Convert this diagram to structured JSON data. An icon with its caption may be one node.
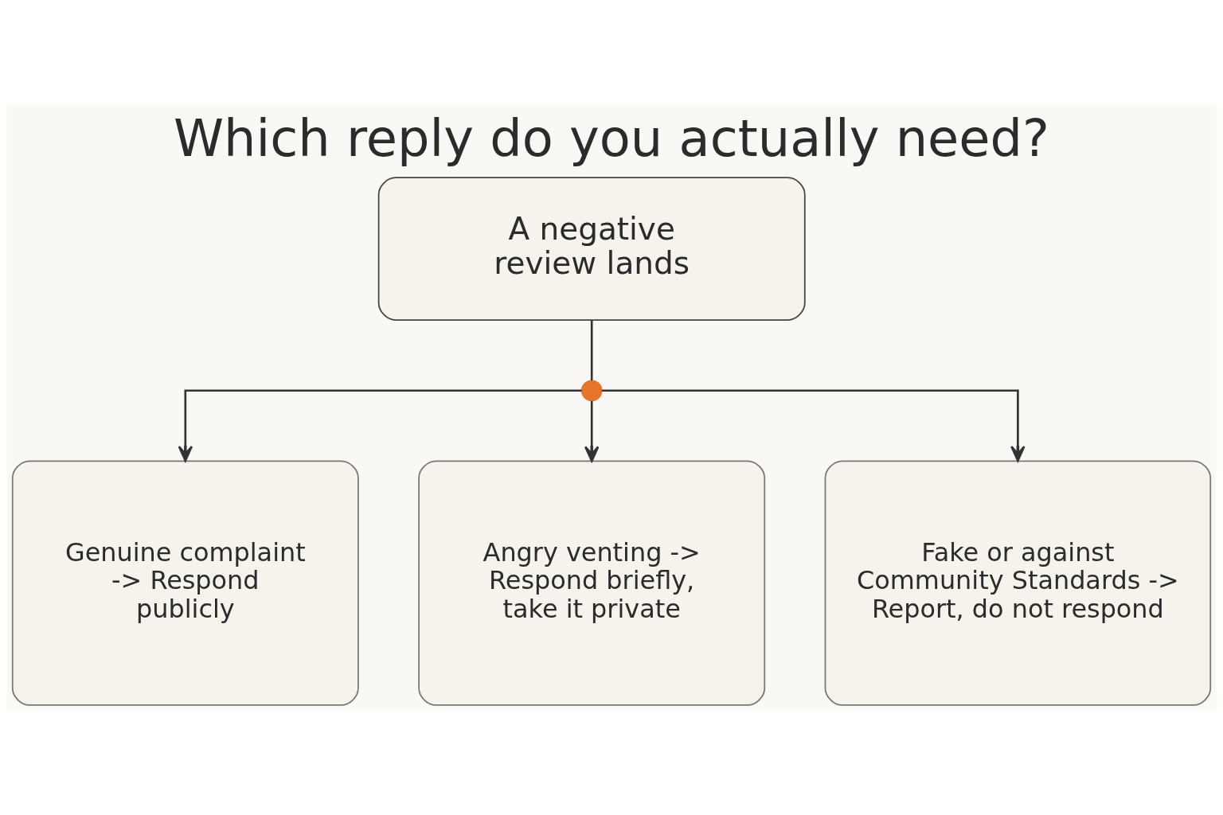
{
  "diagram": {
    "title": "Which reply do you actually need?",
    "nodes": [
      {
        "text": [
          "A negative review lands"
        ]
      },
      {
        "text": [],
        "shape": "circle"
      },
      {
        "text": [
          "Genuine complaint -> Respond publicly"
        ]
      },
      {
        "text": [
          "Angry venting -> Respond briefly, take it private"
        ]
      },
      {
        "text": [
          "Fake or against Community Standards -> Report, do not respond"
        ]
      }
    ],
    "edges": [
      {
        "from": 0,
        "to": 1,
        "arrow": "none"
      },
      {
        "from": 1,
        "to": 2,
        "arrow": "to"
      },
      {
        "from": 1,
        "to": 3,
        "arrow": "to"
      },
      {
        "from": 1,
        "to": 4,
        "arrow": "to"
      }
    ]
  }
}
